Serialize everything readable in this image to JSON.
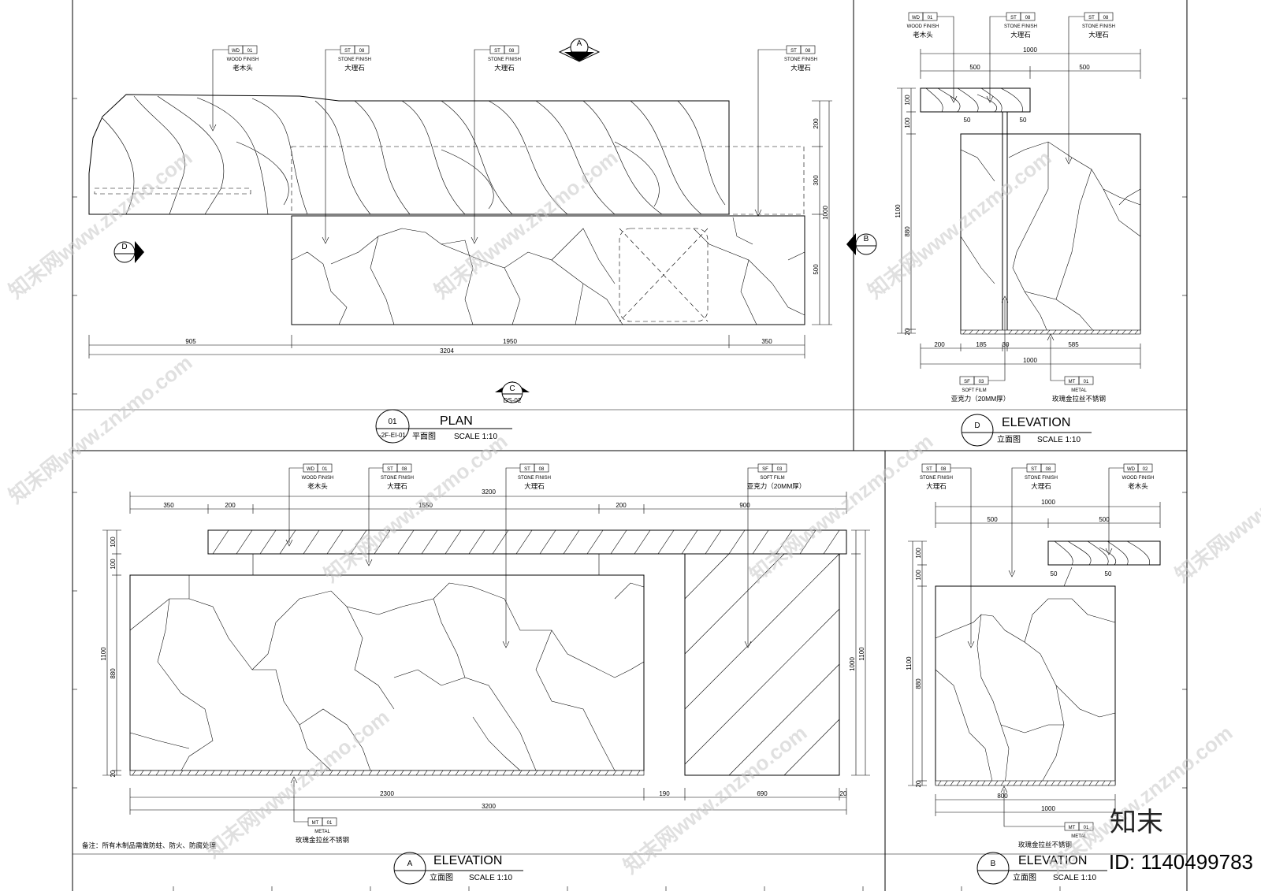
{
  "tags": {
    "wd01": {
      "code": "WD",
      "num": "01",
      "name": "WOOD FINISH",
      "cn": "老木头"
    },
    "wd02": {
      "code": "WD",
      "num": "02",
      "name": "WOOD FINISH",
      "cn": "老木头"
    },
    "st08": {
      "code": "ST",
      "num": "08",
      "name": "STONE FINISH",
      "cn": "大理石"
    },
    "sf03": {
      "code": "SF",
      "num": "03",
      "name": "SOFT FILM",
      "cn": "亚克力（20MM厚）"
    },
    "mt01": {
      "code": "MT",
      "num": "01",
      "name": "METAL",
      "cn": "玫瑰金拉丝不锈钢"
    }
  },
  "plan": {
    "dims_bottom": [
      "905",
      "1950",
      "350",
      "3204"
    ],
    "dims_right": [
      "200",
      "300",
      "500",
      "1000"
    ],
    "section_a": "A",
    "section_c": "C",
    "section_c_ref": "DS-02",
    "section_d": "D",
    "title_num": "01",
    "title_ref": "-2F-EI-01",
    "title": "PLAN",
    "title_cn": "平面图",
    "scale": "SCALE   1:10"
  },
  "elev_d": {
    "dims_top": [
      "1000",
      "500",
      "500"
    ],
    "dims_left": [
      "100",
      "100",
      "880",
      "1100",
      "20"
    ],
    "dims_mid": [
      "50",
      "50"
    ],
    "dims_bottom": [
      "200",
      "185",
      "30",
      "585",
      "1000"
    ],
    "section_b": "B",
    "title_letter": "D",
    "title": "ELEVATION",
    "title_cn": "立面图",
    "scale": "SCALE   1:10"
  },
  "elev_a": {
    "dims_top": [
      "3200",
      "350",
      "200",
      "1550",
      "200",
      "900"
    ],
    "dims_left": [
      "100",
      "100",
      "880",
      "1100",
      "20"
    ],
    "dims_right": [
      "1000",
      "1100"
    ],
    "dims_bottom": [
      "2300",
      "190",
      "690",
      "20",
      "3200"
    ],
    "note": "备注：所有木制品需做防蛀、防火、防腐处理",
    "title_letter": "A",
    "title": "ELEVATION",
    "title_cn": "立面图",
    "scale": "SCALE   1:10"
  },
  "elev_b": {
    "dims_top": [
      "1000",
      "500",
      "500"
    ],
    "dims_left": [
      "100",
      "100",
      "880",
      "1100",
      "20"
    ],
    "dims_mid": [
      "50",
      "50"
    ],
    "dims_bottom": [
      "800",
      "1000"
    ],
    "title_letter": "B",
    "title": "ELEVATION",
    "title_cn": "立面图",
    "scale": "SCALE   1:10"
  },
  "watermark": {
    "site": "知末网www.znzmo.com",
    "brand": "知末",
    "id": "ID: 1140499783"
  }
}
